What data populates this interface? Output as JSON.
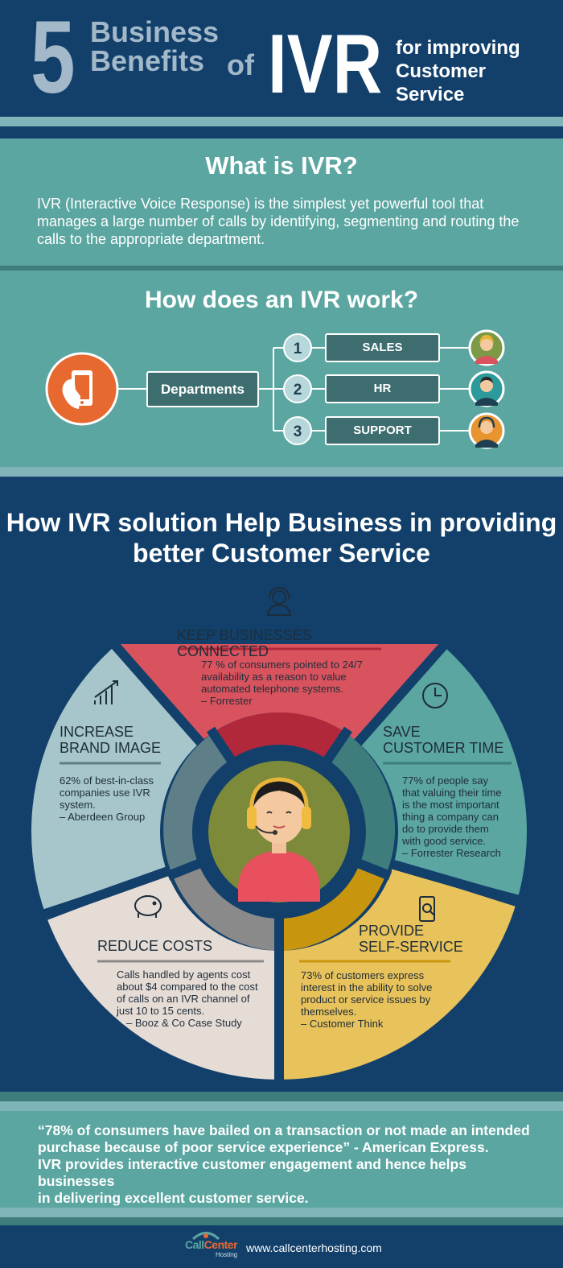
{
  "header": {
    "number": "5",
    "line1": "Business",
    "line2": "Benefits",
    "of": "of",
    "ivr": "IVR",
    "sub1": "for improving",
    "sub2": "Customer",
    "sub3": "Service"
  },
  "what": {
    "title": "What is IVR?",
    "body": "IVR (Interactive Voice Response) is the simplest yet powerful tool that manages a large number of calls by identifying, segmenting and routing the calls to the appropriate department."
  },
  "how": {
    "title": "How does an IVR work?",
    "departments_label": "Departments",
    "items": [
      {
        "num": "1",
        "label": "SALES"
      },
      {
        "num": "2",
        "label": "HR"
      },
      {
        "num": "3",
        "label": "SUPPORT"
      }
    ]
  },
  "benefits": {
    "title1": "How IVR solution Help Business in providing",
    "title2": "better Customer Service",
    "connected": {
      "head": "KEEP BUSINESSES CONNECTED",
      "l1": "77 % of consumers pointed to 24/7",
      "l2": "availability as a reason to value",
      "l3": "automated telephone systems.",
      "l4": "– Forrester"
    },
    "brand": {
      "h1": "INCREASE",
      "h2": "BRAND IMAGE",
      "l1": "62% of best-in-class",
      "l2": "companies use IVR",
      "l3": "system.",
      "l4": "– Aberdeen Group"
    },
    "time": {
      "h1": "SAVE",
      "h2": "CUSTOMER TIME",
      "l1": "77% of people say",
      "l2": "that valuing their time",
      "l3": "is the most important",
      "l4": "thing a company can",
      "l5": "do to provide them",
      "l6": "with good service.",
      "l7": "– Forrester Research"
    },
    "costs": {
      "head": "REDUCE COSTS",
      "l1": "Calls handled by agents cost",
      "l2": "about $4 compared to the cost",
      "l3": "of calls on an IVR channel of",
      "l4": "just 10 to 15 cents.",
      "l5": "– Booz & Co Case Study"
    },
    "self": {
      "h1": "PROVIDE",
      "h2": "SELF-SERVICE",
      "l1": "73% of customers express",
      "l2": "interest in the ability to solve",
      "l3": "product or service issues by",
      "l4": "themselves.",
      "l5": "– Customer Think"
    }
  },
  "quote": {
    "l1": "“78% of consumers have bailed on a transaction or not made an intended",
    "l2": "purchase because of poor service experience” - American Express.",
    "l3": "IVR provides interactive customer engagement and hence helps businesses",
    "l4": "in delivering excellent customer service."
  },
  "footer": {
    "logo1": "Call",
    "logo2": "Center",
    "logo3": "Hosting",
    "url": "www.callcenterhosting.com"
  },
  "colors": {
    "navy": "#12406b",
    "teal": "#5ba6a0",
    "red": "#d9535e",
    "orange": "#e8692f",
    "yellow": "#e8c25a",
    "lightblue": "#a6c6cb",
    "beige": "#e6dcd6"
  }
}
